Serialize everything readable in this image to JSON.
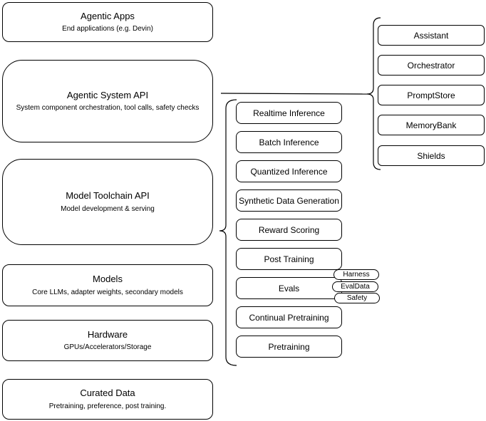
{
  "diagram": {
    "colors": {
      "stroke": "#000000",
      "fill": "#ffffff",
      "text": "#000000"
    },
    "stack_boxes": [
      {
        "title": "Agentic Apps",
        "subtitle": "End applications (e.g. Devin)"
      },
      {
        "title": "Agentic System API",
        "subtitle": "System component orchestration, tool calls, safety checks"
      },
      {
        "title": "Model Toolchain API",
        "subtitle": "Model development & serving"
      },
      {
        "title": "Models",
        "subtitle": "Core LLMs, adapter weights, secondary models"
      },
      {
        "title": "Hardware",
        "subtitle": "GPUs/Accelerators/Storage"
      },
      {
        "title": "Curated Data",
        "subtitle": "Pretraining, preference, post training."
      }
    ],
    "toolchain_services": [
      "Realtime Inference",
      "Batch Inference",
      "Quantized Inference",
      "Synthetic Data Generation",
      "Reward Scoring",
      "Post Training",
      "Evals",
      "Continual Pretraining",
      "Pretraining"
    ],
    "eval_components": [
      "Harness",
      "EvalData",
      "Safety"
    ],
    "system_components": [
      "Assistant",
      "Orchestrator",
      "PromptStore",
      "MemoryBank",
      "Shields"
    ]
  }
}
